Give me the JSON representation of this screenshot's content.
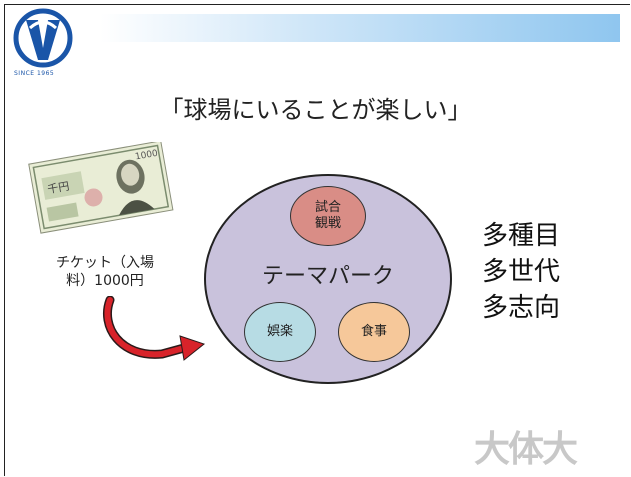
{
  "logo": {
    "caption": "SINCE 1965"
  },
  "title": "「球場にいることが楽しい」",
  "ticket": {
    "denomination": "千円",
    "serial": "1000",
    "caption_line1": "チケット（入場",
    "caption_line2": "料）1000円"
  },
  "diagram": {
    "center_label": "テーマパーク",
    "nodes": {
      "match": "試合\n観戦",
      "entertainment": "娯楽",
      "food": "食事"
    }
  },
  "right_list": [
    "多種目",
    "多世代",
    "多志向"
  ],
  "brand": "大体大",
  "colors": {
    "big_circle": "#c9c2dc",
    "match": "#d98d86",
    "entertainment": "#b7dce4",
    "food": "#f6c89a",
    "arrow": "#d8232a",
    "logo_blue": "#1a55a8"
  }
}
